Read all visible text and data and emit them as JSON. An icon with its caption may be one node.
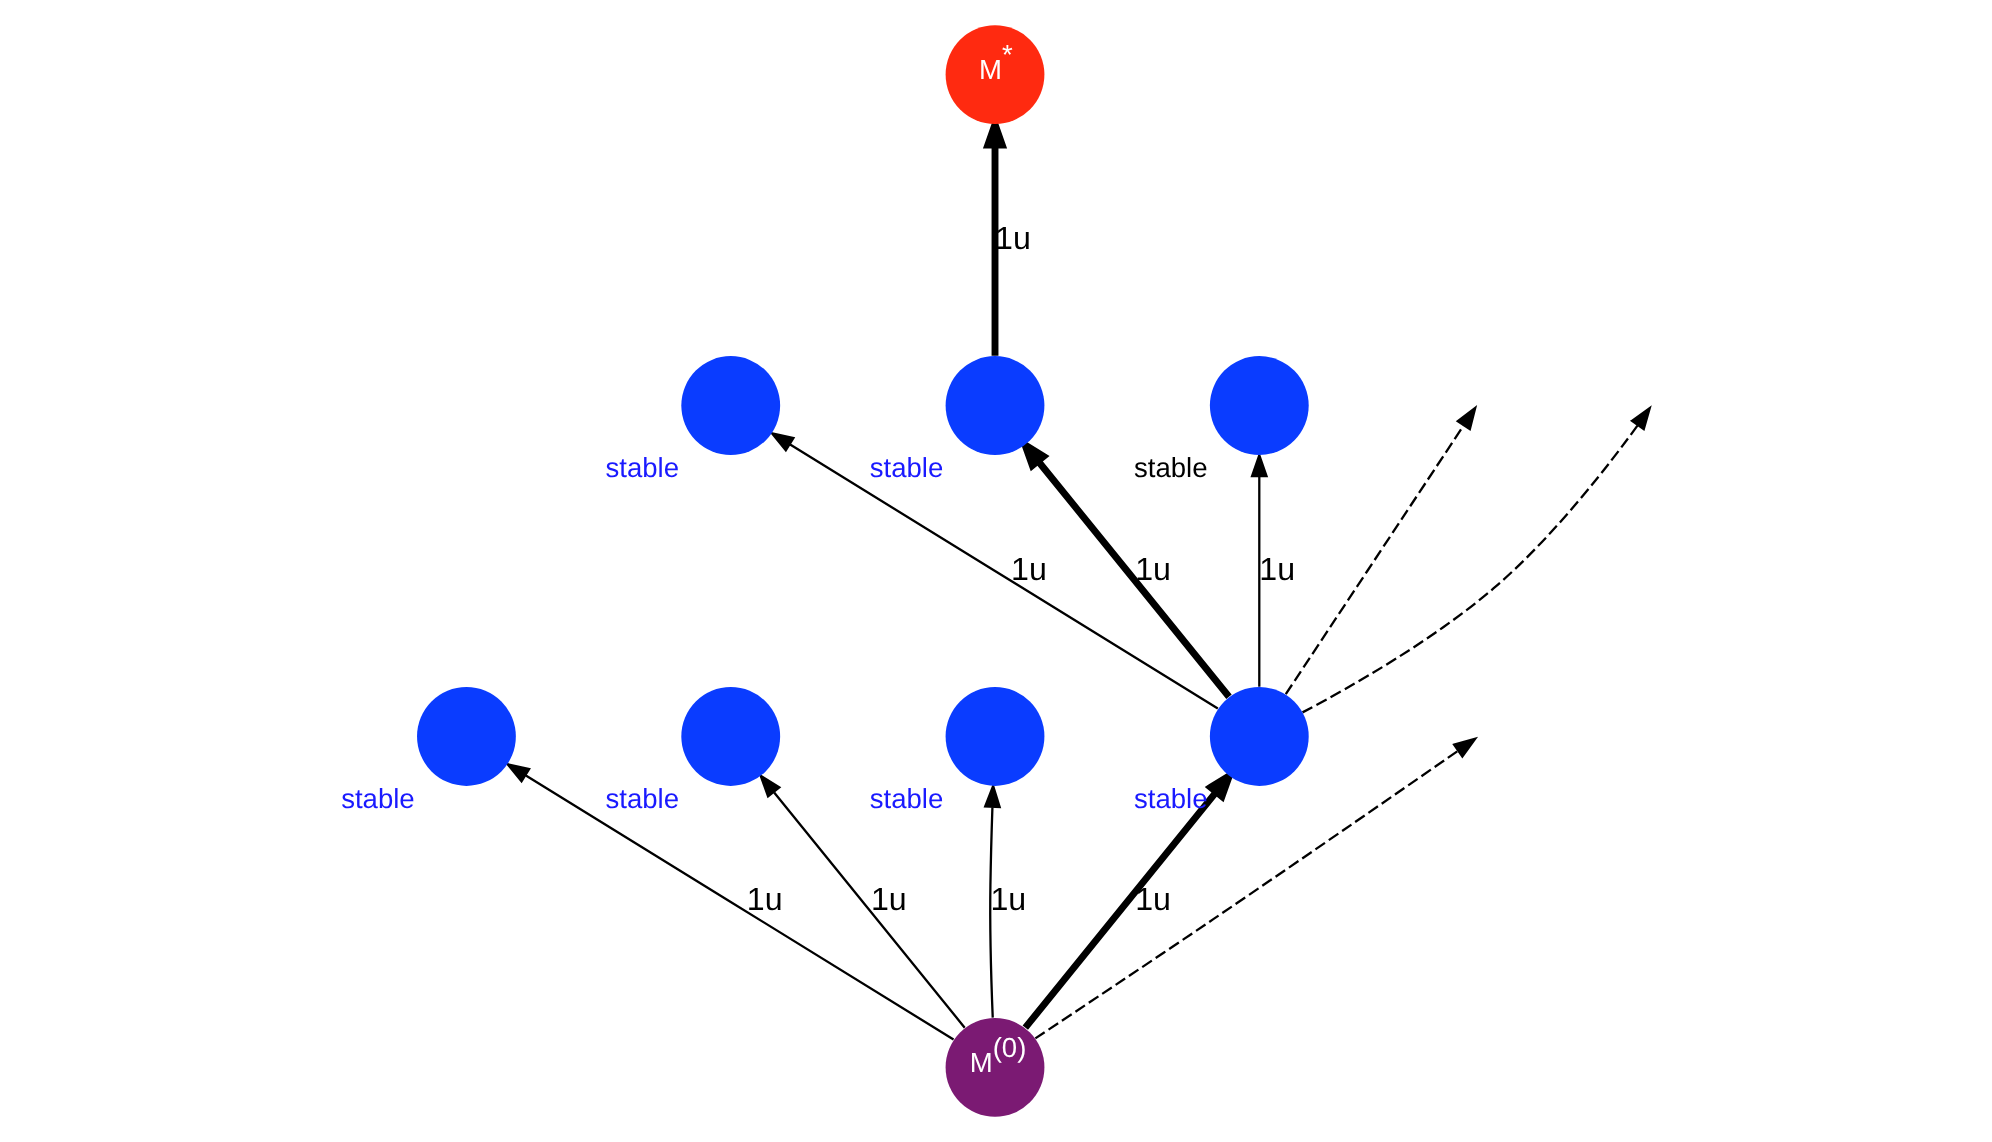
{
  "diagram": {
    "nodes": [
      {
        "text": [
          "M$^{(0)}$"
        ]
      },
      {
        "text": [],
        "shape": "circle",
        "beside": [
          "stable"
        ]
      },
      {
        "text": [],
        "shape": "circle",
        "beside": [
          "stable"
        ]
      },
      {
        "text": [],
        "shape": "circle",
        "beside": [
          "stable"
        ]
      },
      {
        "text": [],
        "shape": "circle",
        "beside": [
          "stable"
        ]
      },
      {
        "text": [],
        "shape": "circle",
        "beside": [
          "stable"
        ]
      },
      {
        "text": [],
        "shape": "circle",
        "beside": [
          "stable"
        ]
      },
      {
        "text": [],
        "shape": "circle",
        "beside": [
          "stable"
        ]
      },
      {
        "text": [
          "M$^{*}$"
        ]
      }
    ],
    "edges": [
      {
        "from": 0,
        "to": null,
        "arrow": "to",
        "style": "dashed"
      },
      {
        "from": 0,
        "to": 1,
        "arrow": "to",
        "label": "1u"
      },
      {
        "from": 0,
        "to": 2,
        "arrow": "to",
        "label": "1u"
      },
      {
        "from": 0,
        "to": 3,
        "arrow": "to",
        "label": "1u"
      },
      {
        "from": 0,
        "to": 4,
        "arrow": "to",
        "label": "1u",
        "style": "thick"
      },
      {
        "from": 4,
        "to": 5,
        "arrow": "to",
        "label": "1u"
      },
      {
        "from": 4,
        "to": 6,
        "arrow": "to",
        "label": "1u",
        "style": "thick"
      },
      {
        "from": 6,
        "to": 8,
        "arrow": "to",
        "label": "1u",
        "style": "thick"
      },
      {
        "from": 4,
        "to": 7,
        "arrow": "to",
        "label": "1u"
      },
      {
        "from": 4,
        "to": null,
        "arrow": "to",
        "style": "dashed"
      },
      {
        "from": 4,
        "to": null,
        "arrow": "to",
        "style": "dashed"
      }
    ]
  }
}
